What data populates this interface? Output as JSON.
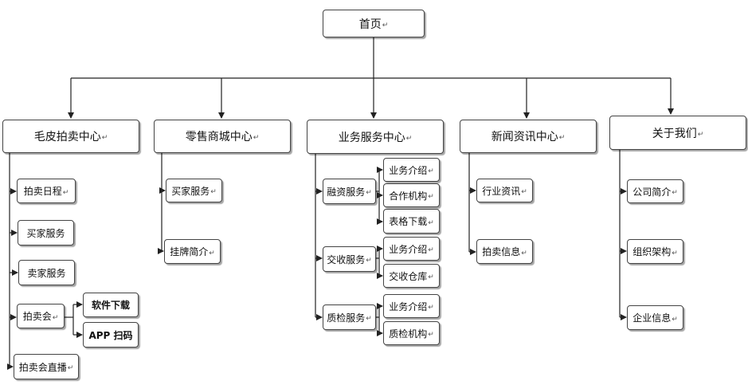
{
  "return_mark": "↵",
  "root": {
    "label": "首页"
  },
  "categories": [
    {
      "label": "毛皮拍卖中心",
      "items": [
        "拍卖日程",
        "买家服务",
        "卖家服务",
        "拍卖会",
        "拍卖会直播"
      ],
      "sub_items": [
        "软件下载",
        "APP 扫码"
      ]
    },
    {
      "label": "零售商城中心",
      "items": [
        "买家服务",
        "挂牌简介"
      ]
    },
    {
      "label": "业务服务中心",
      "items": [
        "融资服务",
        "交收服务",
        "质检服务"
      ],
      "sub_items": {
        "融资服务": [
          "业务介绍",
          "合作机构",
          "表格下载"
        ],
        "交收服务": [
          "业务介绍",
          "交收仓库"
        ],
        "质检服务": [
          "业务介绍",
          "质检机构"
        ]
      }
    },
    {
      "label": "新闻资讯中心",
      "items": [
        "行业资讯",
        "拍卖信息"
      ]
    },
    {
      "label": "关于我们",
      "items": [
        "公司简介",
        "组织架构",
        "企业信息"
      ]
    }
  ]
}
